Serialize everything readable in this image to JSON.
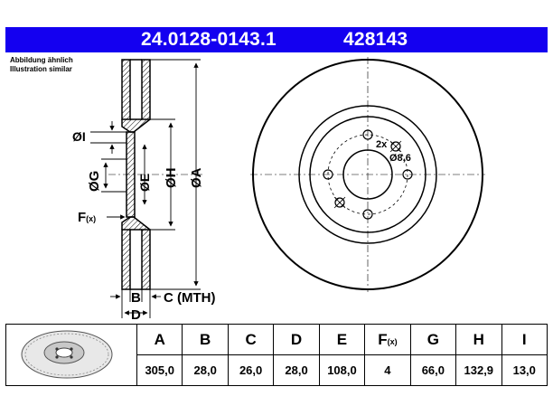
{
  "header": {
    "part_number": "24.0128-0143.1",
    "reference": "428143"
  },
  "caption": {
    "line1": "Abbildung ähnlich",
    "line2": "Illustration similar"
  },
  "labels": {
    "dim_i": "ØI",
    "dim_g": "ØG",
    "dim_e": "ØE",
    "dim_h": "ØH",
    "dim_a": "ØA",
    "f": "F",
    "f_sub": "(x)",
    "b": "B",
    "c": "C (MTH)",
    "d": "D",
    "holes": "2x",
    "hole_dia": "Ø8,6"
  },
  "table": {
    "headers": [
      "A",
      "B",
      "C",
      "D",
      "E",
      "F",
      "G",
      "H",
      "I"
    ],
    "f_header_sub": "(x)",
    "values": [
      "305,0",
      "28,0",
      "26,0",
      "28,0",
      "108,0",
      "4",
      "66,0",
      "132,9",
      "13,0"
    ]
  }
}
